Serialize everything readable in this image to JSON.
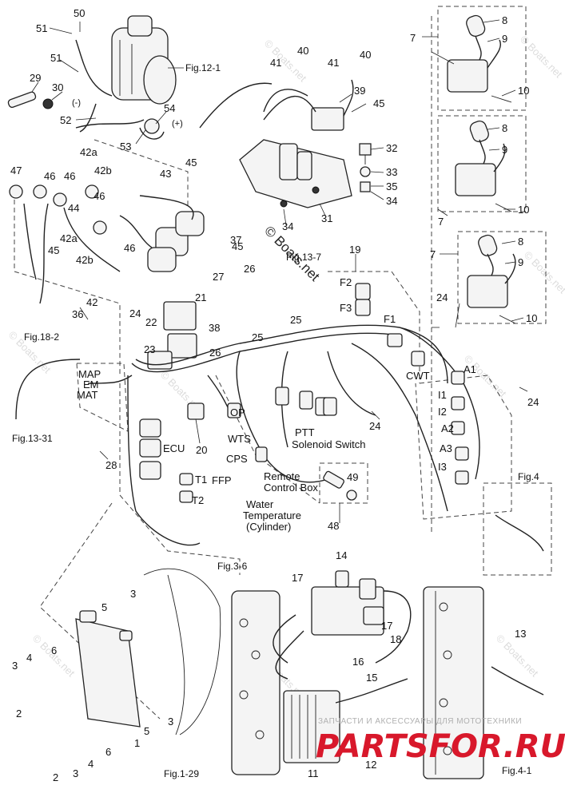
{
  "callouts": {
    "n1": "1",
    "n2a": "2",
    "n2b": "2",
    "n3a": "3",
    "n3b": "3",
    "n3c": "3",
    "n3d": "3",
    "n4a": "4",
    "n4b": "4",
    "n5a": "5",
    "n5b": "5",
    "n6a": "6",
    "n6b": "6",
    "n7a": "7",
    "n7b": "7",
    "n7c": "7",
    "n8a": "8",
    "n8b": "8",
    "n8c": "8",
    "n9a": "9",
    "n9b": "9",
    "n9c": "9",
    "n10a": "10",
    "n10b": "10",
    "n10c": "10",
    "n11": "11",
    "n12": "12",
    "n13": "13",
    "n14": "14",
    "n15": "15",
    "n16": "16",
    "n17a": "17",
    "n17b": "17",
    "n18": "18",
    "n19": "19",
    "n20": "20",
    "n21": "21",
    "n22": "22",
    "n23": "23",
    "n24a": "24",
    "n24b": "24",
    "n24c": "24",
    "n24d": "24",
    "n25a": "25",
    "n25b": "25",
    "n26a": "26",
    "n26b": "26",
    "n27": "27",
    "n28": "28",
    "n29": "29",
    "n30": "30",
    "n31": "31",
    "n32": "32",
    "n33": "33",
    "n34a": "34",
    "n34b": "34",
    "n35": "35",
    "n36": "36",
    "n37": "37",
    "n38": "38",
    "n39": "39",
    "n40a": "40",
    "n40b": "40",
    "n41a": "41",
    "n41b": "41",
    "n42a": "42a",
    "n42b": "42b",
    "n42c": "42a",
    "n42d": "42b",
    "n42e": "42",
    "n43": "43",
    "n44": "44",
    "n45a": "45",
    "n45b": "45",
    "n45c": "45",
    "n45d": "45",
    "n46a": "46",
    "n46b": "46",
    "n46c": "46",
    "n46d": "46",
    "n47": "47",
    "n48": "48",
    "n49": "49",
    "n50": "50",
    "n51a": "51",
    "n51b": "51",
    "n52": "52",
    "n53": "53",
    "n54": "54",
    "minus": "(-)",
    "plus": "(+)"
  },
  "refs": {
    "fig12_1": "Fig.12-1",
    "fig13_7": "Fig.13-7",
    "fig18_2": "Fig.18-2",
    "fig13_31": "Fig.13-31",
    "fig3_6": "Fig.3-6",
    "fig4": "Fig.4",
    "fig1_29": "Fig.1-29",
    "fig4_1": "Fig.4-1"
  },
  "labels": {
    "map": "MAP",
    "em": "EM",
    "mat": "MAT",
    "ecu": "ECU",
    "op": "OP",
    "wts": "WTS",
    "cps": "CPS",
    "ffp": "FFP",
    "t1": "T1",
    "t2": "T2",
    "ptt": "PTT",
    "solenoid": "Solenoid Switch",
    "remote1": "Remote",
    "remote2": "Control Box",
    "water1": "Water",
    "water2": "Temperature",
    "water3": "(Cylinder)",
    "f1": "F1",
    "f2": "F2",
    "f3": "F3",
    "cwt": "CWT",
    "a1": "A1",
    "a2": "A2",
    "a3": "A3",
    "i1": "I1",
    "i2": "I2",
    "i3": "I3"
  },
  "watermarks": {
    "boats": "© Boats.net",
    "boats_short": "© Boats.net",
    "center": "© Boats.net"
  },
  "brand": {
    "name": "PARTSFOR.RU",
    "tagline": "ЗАПЧАСТИ И АКСЕССУАРЫ ДЛЯ МОТОТЕХНИКИ"
  },
  "colors": {
    "ink": "#222222",
    "brand_red": "#d8182b",
    "watermark": "#bbbbbb"
  }
}
